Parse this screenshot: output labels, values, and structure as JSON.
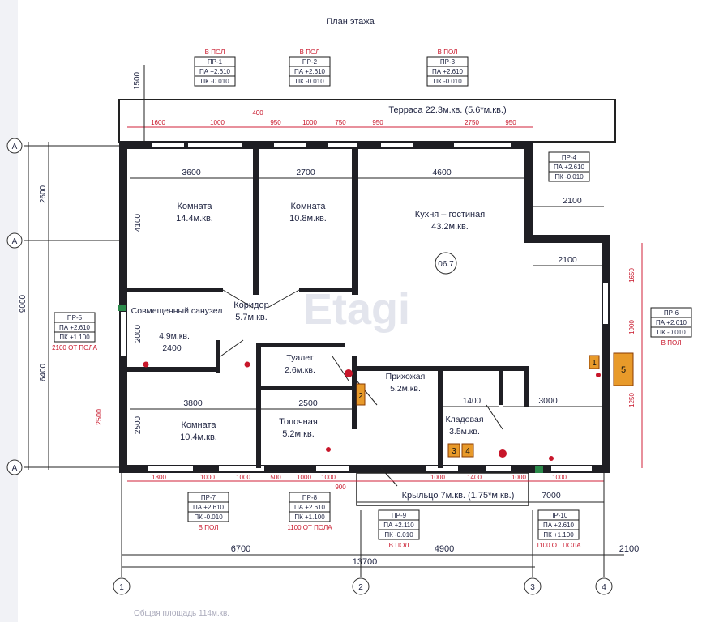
{
  "title": "План этажа",
  "total_area": "Общая площадь 114м.кв.",
  "terrace": "Терраса 22.3м.кв. (5.6*м.кв.)",
  "porch": "Крыльцо 7м.кв. (1.75*м.кв.)",
  "rooms": [
    {
      "name": "Комната",
      "area": "14.4м.кв."
    },
    {
      "name": "Комната",
      "area": "10.8м.кв."
    },
    {
      "name": "Кухня – гостиная",
      "area": "43.2м.кв."
    },
    {
      "name": "Совмещенный санузел",
      "area": "4.9м.кв.",
      "extra": "2400"
    },
    {
      "name": "Коридор",
      "area": "5.7м.кв."
    },
    {
      "name": "Туалет",
      "area": "2.6м.кв."
    },
    {
      "name": "Прихожая",
      "area": "5.2м.кв."
    },
    {
      "name": "Кладовая",
      "area": "3.5м.кв."
    },
    {
      "name": "Комната",
      "area": "10.4м.кв."
    },
    {
      "name": "Топочная",
      "area": "5.2м.кв."
    }
  ],
  "level_mark": "06.7",
  "stamps": [
    {
      "note": "В ПОЛ",
      "id": "ПР-1",
      "pa": "ПА +2.610",
      "pk": "ПК -0.010"
    },
    {
      "note": "В ПОЛ",
      "id": "ПР-2",
      "pa": "ПА +2.610",
      "pk": "ПК -0.010"
    },
    {
      "note": "В ПОЛ",
      "id": "ПР-3",
      "pa": "ПА +2.610",
      "pk": "ПК -0.010"
    },
    {
      "note": "",
      "id": "ПР-4",
      "pa": "ПА +2.610",
      "pk": "ПК -0.010"
    },
    {
      "note": "2100 ОТ ПОЛА",
      "id": "ПР-5",
      "pa": "ПА +2.610",
      "pk": "ПК +1.100"
    },
    {
      "note": "В ПОЛ",
      "id": "ПР-6",
      "pa": "ПА +2.610",
      "pk": "ПК -0.010"
    },
    {
      "note": "В ПОЛ",
      "id": "ПР-7",
      "pa": "ПА +2.610",
      "pk": "ПК -0.010"
    },
    {
      "note": "1100 ОТ ПОЛА",
      "id": "ПР-8",
      "pa": "ПА +2.610",
      "pk": "ПК +1.100"
    },
    {
      "note": "В ПОЛ",
      "id": "ПР-9",
      "pa": "ПА +2.110",
      "pk": "ПК -0.010"
    },
    {
      "note": "1100 ОТ ПОЛА",
      "id": "ПР-10",
      "pa": "ПА +2.610",
      "pk": "ПК +1.100"
    }
  ],
  "axes": {
    "rows": [
      "А",
      "А",
      "А"
    ],
    "cols": [
      "1",
      "2",
      "3",
      "4"
    ]
  },
  "dims_left": [
    "1500",
    "2600",
    "4100",
    "9000",
    "6400",
    "2000",
    "2500",
    "2500"
  ],
  "dims_top_red": [
    "1600",
    "1000",
    "400",
    "950",
    "1000",
    "750",
    "950",
    "2750",
    "950"
  ],
  "dims_room": [
    "3600",
    "2700",
    "4600",
    "2100",
    "2100",
    "3800",
    "2500",
    "1400",
    "3000",
    "7000"
  ],
  "dims_bottom": [
    "6700",
    "4900",
    "2100",
    "13700"
  ],
  "dims_right": [
    "1650",
    "1900",
    "1250"
  ],
  "dims_bottom_red": [
    "1800",
    "1000",
    "1000",
    "500",
    "1000",
    "1000",
    "900",
    "1000",
    "1400",
    "1000",
    "1000"
  ],
  "markers": [
    "1",
    "2",
    "3",
    "4",
    "5"
  ],
  "watermark": "Etagi"
}
